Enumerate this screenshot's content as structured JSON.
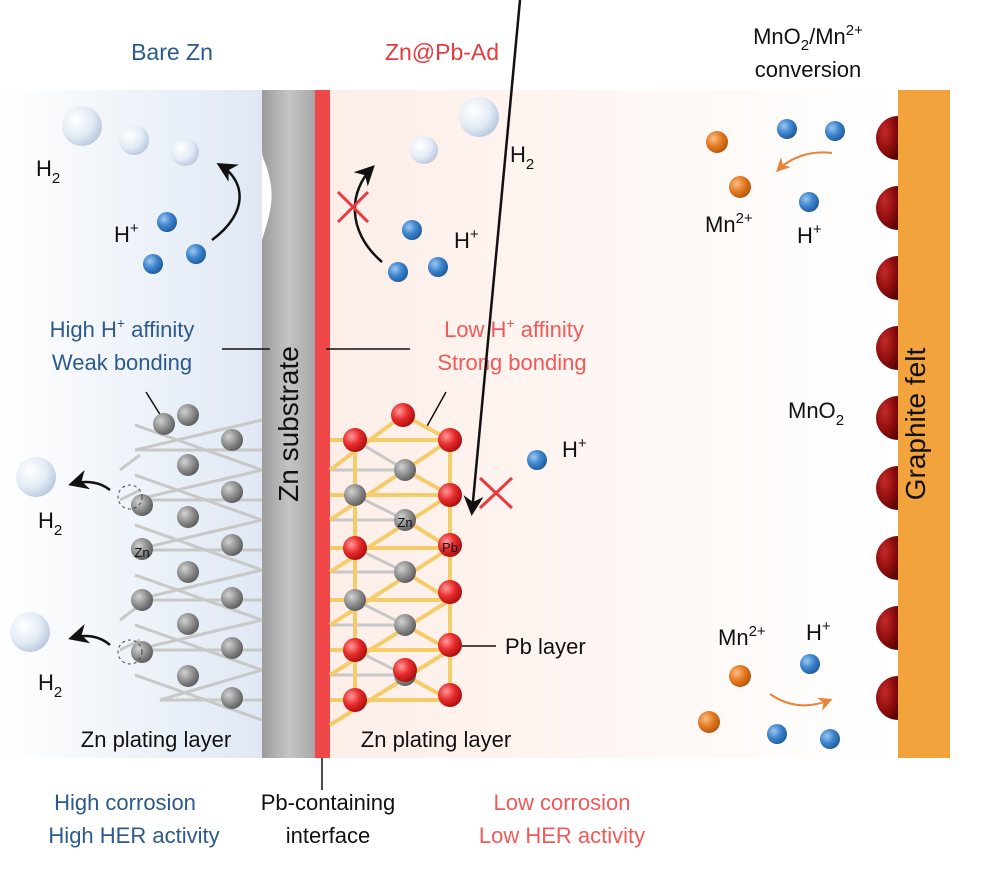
{
  "headers": {
    "bare_zn": "Bare Zn",
    "zn_pb_ad": "Zn@Pb-Ad",
    "conversion_line1": "MnO",
    "conversion_line1_sub": "2",
    "conversion_line1_mid": "/Mn",
    "conversion_line1_sup": "2+",
    "conversion_line2": "conversion"
  },
  "labels": {
    "h2_base": "H",
    "h2_sub": "2",
    "hplus_base": "H",
    "hplus_sup": "+",
    "mn_base": "Mn",
    "mn_sup": "2+",
    "mno2_base": "MnO",
    "mno2_sub": "2",
    "zn_substrate": "Zn substrate",
    "graphite_felt": "Graphite felt",
    "zn_atom": "Zn",
    "pb_atom": "Pb",
    "pb_layer": "Pb layer",
    "zn_plating_left": "Zn plating layer",
    "zn_plating_right": "Zn plating layer"
  },
  "left_panel": {
    "affinity_line1_a": "High H",
    "affinity_line1_sup": "+",
    "affinity_line1_b": " affinity",
    "affinity_line2": "Weak bonding",
    "result_line1": "High corrosion",
    "result_line2": "High HER activity"
  },
  "right_panel": {
    "affinity_line1_a": "Low H",
    "affinity_line1_sup": "+",
    "affinity_line1_b": " affinity",
    "affinity_line2": "Strong bonding",
    "result_line1": "Low corrosion",
    "result_line2": "Low HER activity"
  },
  "interface": {
    "line1": "Pb-containing",
    "line2": "interface"
  },
  "colors": {
    "bare_zn_text": "#2d5a8c",
    "zn_pb_text": "#e8393c",
    "zn_substrate": "#b5b5b5",
    "pb_interface": "#f04848",
    "graphite_felt": "#f2a33c",
    "mno2_particle": "#8b0c0c",
    "zn_atom": "#8c8c8c",
    "pb_atom": "#e62e2e",
    "h_ion": "#3b82c8",
    "mn_ion": "#e07a24",
    "h2_bubble": "#dde6f2"
  }
}
